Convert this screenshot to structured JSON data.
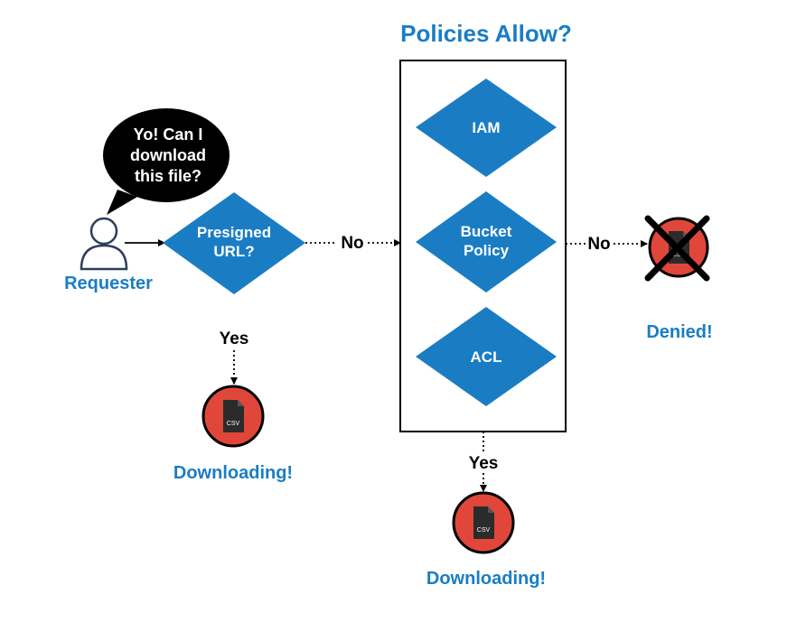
{
  "title": "Policies Allow?",
  "bubble": {
    "line1": "Yo! Can I",
    "line2": "download",
    "line3": "this file?"
  },
  "requester_label": "Requester",
  "presigned": {
    "line1": "Presigned",
    "line2": "URL?"
  },
  "policies": {
    "iam": "IAM",
    "bucket_line1": "Bucket",
    "bucket_line2": "Policy",
    "acl": "ACL"
  },
  "edges": {
    "no_1": "No",
    "no_2": "No",
    "yes_1": "Yes",
    "yes_2": "Yes"
  },
  "file_icon_text": "CSV",
  "outcomes": {
    "downloading_1": "Downloading!",
    "downloading_2": "Downloading!",
    "denied": "Denied!"
  },
  "colors": {
    "diamond": "#1a7dc4",
    "title": "#1a7dc4",
    "file_circle": "#e0473a",
    "denied_x": "#000000"
  }
}
